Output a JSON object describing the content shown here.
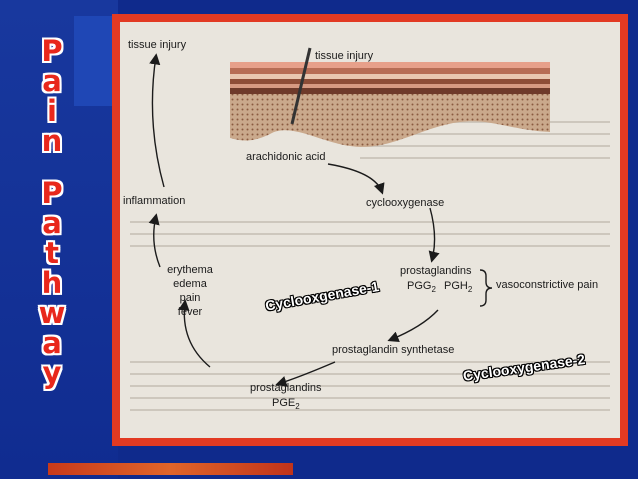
{
  "title_letters": [
    "P",
    "a",
    "i",
    "n",
    "P",
    "a",
    "t",
    "h",
    "w",
    "a",
    "y"
  ],
  "diagram": {
    "labels": {
      "tissue_injury_top": "tissue injury",
      "tissue_injury_figure": "tissue injury",
      "arachidonic_acid": "arachidonic acid",
      "cyclooxygenase": "cyclooxygenase",
      "inflammation": "inflammation",
      "prostaglandins_1": "prostaglandins",
      "pgg2": "PGG",
      "pgh2": "PGH",
      "sub2": "2",
      "vasoconstrictive_pain": "vasoconstrictive pain",
      "erythema": "erythema",
      "edema": "edema",
      "pain": "pain",
      "fever": "fever",
      "prostaglandin_synthetase": "prostaglandin synthetase",
      "prostaglandins_2": "prostaglandins",
      "pge2": "PGE"
    }
  },
  "overlays": {
    "cyclooxygenase_1": "Cyclooxgenase-1",
    "cyclooxygenase_2": "Cyclooxygenase-2"
  },
  "colors": {
    "background": "#0f2a8c",
    "frame": "#e23a22",
    "paper": "#e9e5dd",
    "title_fill": "#e8281c"
  }
}
